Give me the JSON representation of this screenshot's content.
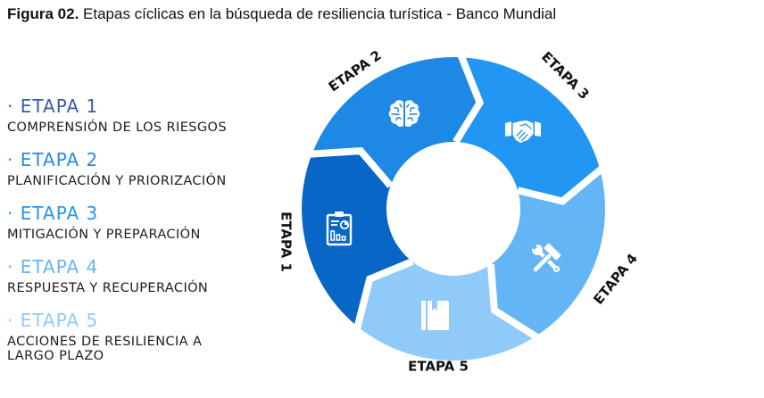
{
  "title": {
    "bold": "Figura 02.",
    "text": " Etapas cíclicas en la búsqueda de resiliencia turística - Banco Mundial"
  },
  "stages": [
    {
      "bullet": "·",
      "label": "ETAPA 1",
      "description": "COMPRENSIÓN DE LOS RIESGOS",
      "color": "#3B5BA6"
    },
    {
      "bullet": "·",
      "label": "ETAPA 2",
      "description": "PLANIFICACIÓN Y PRIORIZACIÓN",
      "color": "#2E88E0"
    },
    {
      "bullet": "·",
      "label": "ETAPA 3",
      "description": "MITIGACIÓN Y PREPARACIÓN",
      "color": "#2196F3"
    },
    {
      "bullet": "·",
      "label": "ETAPA 4",
      "description": "RESPUESTA Y RECUPERACIÓN",
      "color": "#64B5F6"
    },
    {
      "bullet": "·",
      "label": "ETAPA 5",
      "description": "ACCIONES DE RESILIENCIA A LARGO PLAZO",
      "color": "#90CAF9"
    }
  ],
  "diagram": {
    "type": "cycle",
    "segments": [
      {
        "ring_label": "ETAPA 1",
        "icon": "clipboard-chart-icon",
        "color": "#0866C6"
      },
      {
        "ring_label": "ETAPA 2",
        "icon": "brain-icon",
        "color": "#1E88E5"
      },
      {
        "ring_label": "ETAPA 3",
        "icon": "handshake-icon",
        "color": "#2196F3"
      },
      {
        "ring_label": "ETAPA 4",
        "icon": "tools-icon",
        "color": "#64B5F6"
      },
      {
        "ring_label": "ETAPA 5",
        "icon": "book-icon",
        "color": "#90CAF9"
      }
    ],
    "gap_color": "#FFFFFF"
  }
}
